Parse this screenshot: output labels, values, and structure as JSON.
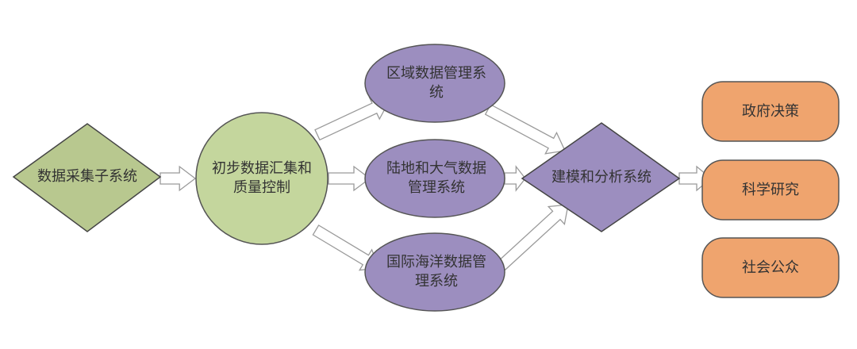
{
  "colors": {
    "collect": "#b8c88f",
    "prelim": "#c4d69d",
    "system": "#9c8ebf",
    "output": "#efa46e",
    "outline": "#444444",
    "arrow_fill": "#ffffff",
    "arrow_stroke": "#9a9a9a"
  },
  "nodes": {
    "collect": "数据采集子系统",
    "prelim_line1": "初步数据汇集和",
    "prelim_line2": "质量控制",
    "regional_line1": "区域数据管理系",
    "regional_line2": "统",
    "land_line1": "陆地和大气数据",
    "land_line2": "管理系统",
    "ocean_line1": "国际海洋数据管",
    "ocean_line2": "理系统",
    "modeling": "建模和分析系统",
    "gov": "政府决策",
    "science": "科学研究",
    "public": "社会公众"
  }
}
